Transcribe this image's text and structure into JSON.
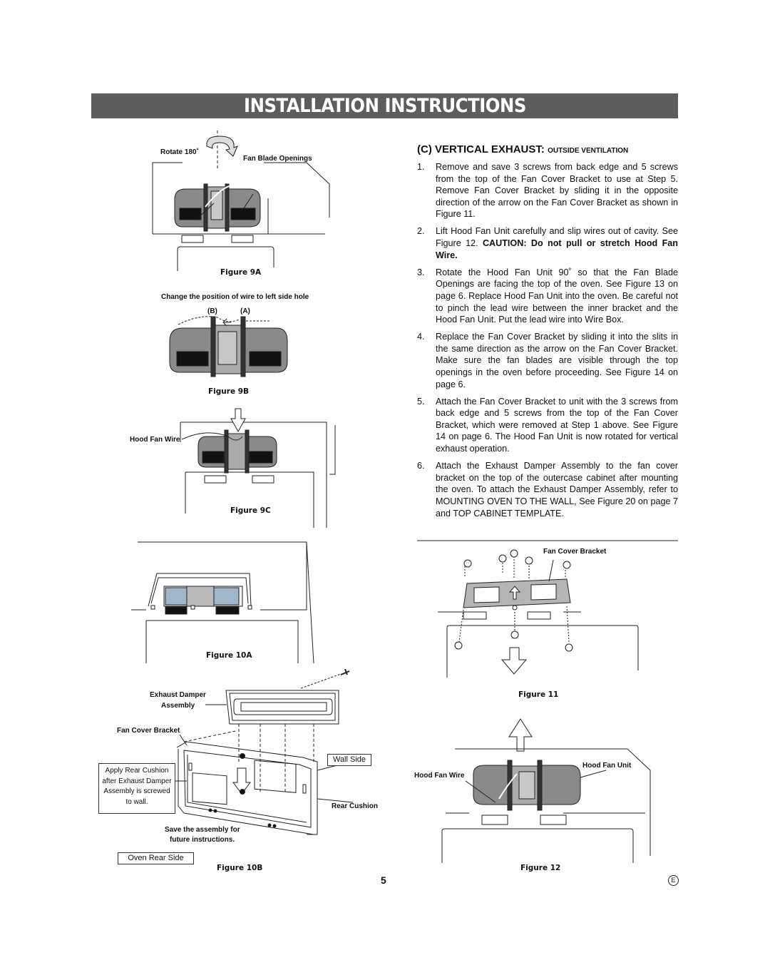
{
  "header": {
    "title": "INSTALLATION INSTRUCTIONS"
  },
  "section": {
    "title_main": "(C) VERTICAL EXHAUST:",
    "title_sub": "OUTSIDE VENTILATION"
  },
  "steps": [
    {
      "num": "1.",
      "text": "Remove and save 3 screws from back edge and 5 screws from the top of the Fan Cover Bracket to use at Step 5. Remove Fan Cover Bracket by sliding it in the opposite direction of the arrow on the Fan Cover Bracket as shown in Figure 11."
    },
    {
      "num": "2.",
      "text": "Lift Hood Fan Unit carefully and slip wires out of cavity. See Figure 12.",
      "bold": "CAUTION: Do not pull or stretch Hood Fan Wire."
    },
    {
      "num": "3.",
      "text": "Rotate the Hood Fan Unit 90˚ so that the Fan Blade Openings are facing the top of the oven. See Figure 13 on page 6. Replace Hood Fan Unit into the oven. Be careful not to pinch the lead wire between the inner bracket and the Hood Fan Unit. Put the lead wire into Wire Box."
    },
    {
      "num": "4.",
      "text": "Replace the Fan Cover Bracket by sliding it into the slits in the same direction as the arrow on the Fan Cover Bracket. Make sure the fan blades are visible through the top openings in the oven before proceeding. See Figure 14 on page 6."
    },
    {
      "num": "5.",
      "text": "Attach the Fan Cover Bracket to unit with the 3 screws from back edge and 5 screws from the top of the Fan Cover Bracket, which were removed at Step 1 above. See Figure 14 on page 6. The Hood Fan Unit is now rotated for vertical exhaust operation."
    },
    {
      "num": "6.",
      "text": "Attach the Exhaust Damper Assembly to the fan cover bracket on the top of the outercase cabinet after mounting the oven. To attach the Exhaust Damper Assembly, refer to MOUNTING OVEN TO THE WALL, See Figure 20 on page 7 and TOP CABINET TEMPLATE."
    }
  ],
  "figures": {
    "fig9a": {
      "caption": "Figure 9A",
      "rotate": "Rotate 180˚",
      "openings": "Fan Blade Openings"
    },
    "fig9b": {
      "caption": "Figure 9B",
      "note": "Change the position of wire to left side hole",
      "b": "(B)",
      "a": "(A)"
    },
    "fig9c": {
      "caption": "Figure 9C",
      "wire": "Hood Fan Wire"
    },
    "fig10a": {
      "caption": "Figure 10A"
    },
    "fig10b": {
      "caption": "Figure 10B",
      "damper": "Exhaust Damper",
      "damper2": "Assembly",
      "bracket": "Fan Cover Bracket",
      "cushion_note": [
        "Apply Rear Cushion",
        "after Exhaust Damper",
        "Assembly is screwed",
        "to wall."
      ],
      "wall_side": "Wall Side",
      "rear_cushion": "Rear Cushion",
      "save1": "Save the assembly for",
      "save2": "future instructions.",
      "oven_rear": "Oven Rear Side"
    },
    "fig11": {
      "caption": "Figure 11",
      "bracket": "Fan Cover Bracket"
    },
    "fig12": {
      "caption": "Figure 12",
      "unit": "Hood Fan Unit",
      "wire": "Hood Fan Wire"
    }
  },
  "footer": {
    "page": "5",
    "mark": "E"
  }
}
